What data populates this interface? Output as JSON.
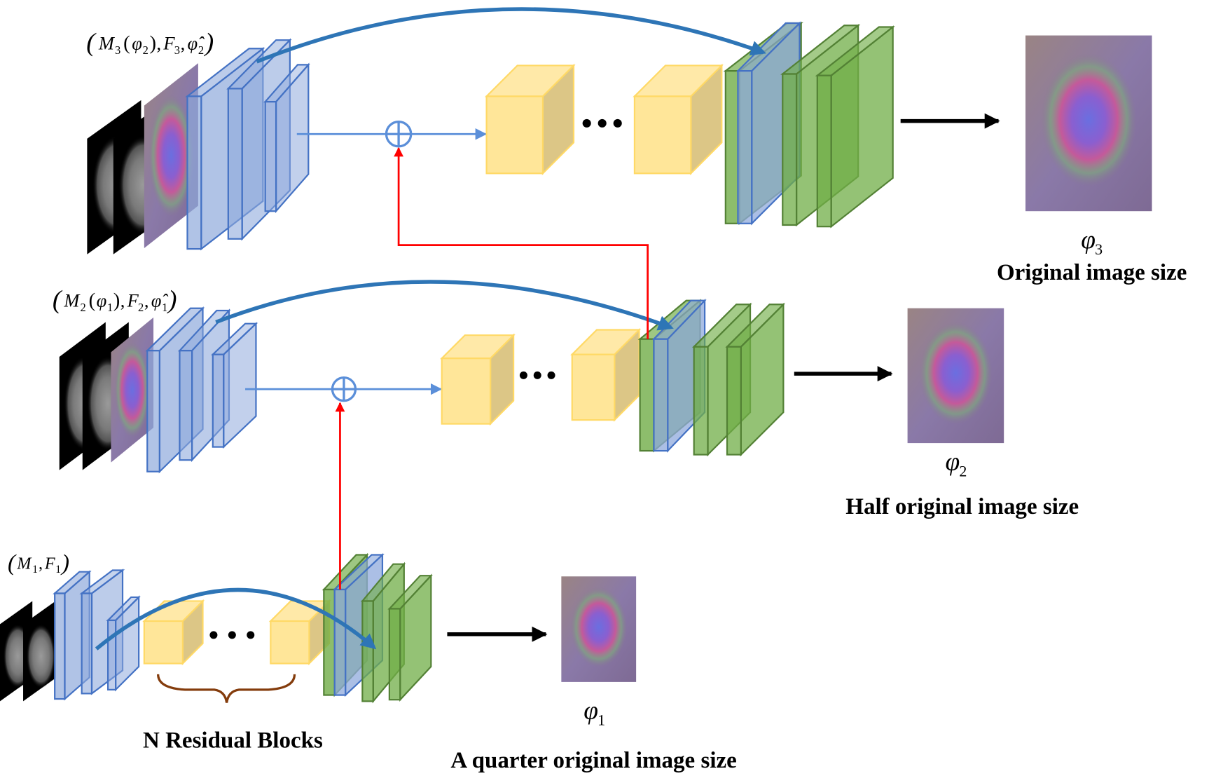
{
  "title": "Multi-scale cascaded registration network diagram",
  "colors": {
    "encoder_fill": "#8faadc",
    "encoder_stroke": "#4472c4",
    "residual_fill": "#ffe699",
    "residual_stroke": "#ffd966",
    "decoder_fill": "#70ad47",
    "decoder_stroke": "#538135",
    "skip_arrow": "#2e75b6",
    "upsample_arrow": "#ff0000",
    "flow_line": "#5b8fd9",
    "output_arrow": "#000000",
    "brace": "#843c0c"
  },
  "levels": [
    {
      "id": "level-3",
      "input_label": "(M3(φ2), F3, φ̂2)",
      "input_parts": {
        "m": "M",
        "m_sub": "3",
        "phi_in": "φ",
        "phi_in_sub": "2",
        "f": "F",
        "f_sub": "3",
        "phi_hat": "φ̂",
        "phi_hat_sub": "2"
      },
      "output_symbol": "φ",
      "output_sub": "3",
      "output_caption": "Original image size"
    },
    {
      "id": "level-2",
      "input_label": "(M2(φ1), F2, φ̂1)",
      "input_parts": {
        "m": "M",
        "m_sub": "2",
        "phi_in": "φ",
        "phi_in_sub": "1",
        "f": "F",
        "f_sub": "2",
        "phi_hat": "φ̂",
        "phi_hat_sub": "1"
      },
      "output_symbol": "φ",
      "output_sub": "2",
      "output_caption": "Half original image size"
    },
    {
      "id": "level-1",
      "input_label": "(M1, F1)",
      "input_parts": {
        "m": "M",
        "m_sub": "1",
        "f": "F",
        "f_sub": "1"
      },
      "output_symbol": "φ",
      "output_sub": "1",
      "output_caption": "A quarter original image size"
    }
  ],
  "residual_label": "N Residual Blocks",
  "ellipsis": "• • •",
  "glyphs": {
    "lparen": "(",
    "rparen": ")",
    "comma": ",",
    "sum": "⊕"
  }
}
